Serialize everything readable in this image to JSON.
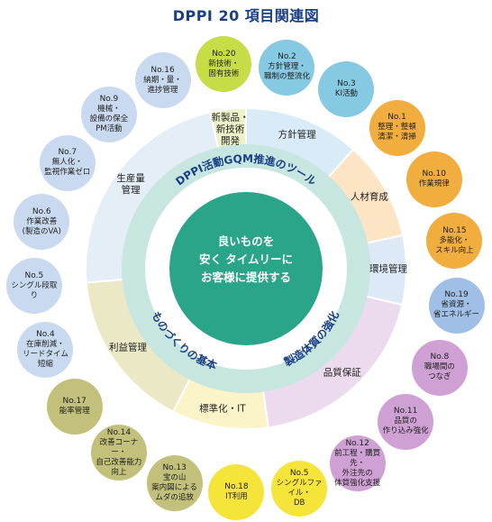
{
  "title": "DPPI 20 項目関連図",
  "colors": {
    "outer_ring": "#e3eef7",
    "inner_ring": "#c7e6df",
    "core": "#2aa58a",
    "label_blue": "#1a3f86"
  },
  "core_text": "良いものを\n安く タイムリーに\nお客様に提供する",
  "inner_ring_texts": {
    "top": "DPPI活動GQM推進のツール",
    "left": "ものづくりの基本",
    "right": "製造体質の強化"
  },
  "segments": [
    {
      "label": "新製品・\n新技術\n開発",
      "color": "#eef2c8",
      "start": -13,
      "end": 0
    },
    {
      "label": "方針管理",
      "color": "#d8ebf6",
      "start": 0,
      "end": 42
    },
    {
      "label": "人材育成",
      "color": "#fde4c4",
      "start": 42,
      "end": 78
    },
    {
      "label": "環境管理",
      "color": "#dde9f7",
      "start": 78,
      "end": 103
    },
    {
      "label": "品質保証",
      "color": "#ecdaee",
      "start": 103,
      "end": 172
    },
    {
      "label": "標準化・IT",
      "color": "#fbf4c9",
      "start": 172,
      "end": 207
    },
    {
      "label": "利益管理",
      "color": "#ebe9c5",
      "start": 207,
      "end": 265
    },
    {
      "label": "生産量\n管理",
      "color": "#e3eef7",
      "start": 265,
      "end": 347
    }
  ],
  "bubbles": [
    {
      "no": "No.20",
      "label": "新技術・\n固有技術",
      "color": "#c8dc48"
    },
    {
      "no": "No.2",
      "label": "方針管理・\n職制の整流化",
      "color": "#86c9e3"
    },
    {
      "no": "No.3",
      "label": "KI活動",
      "color": "#86c9e3"
    },
    {
      "no": "No.1",
      "label": "整理・整頓\n清潔・清掃",
      "color": "#f2ad3f"
    },
    {
      "no": "No.10",
      "label": "作業規律",
      "color": "#f2ad3f"
    },
    {
      "no": "No.15",
      "label": "多能化・\nスキル向上",
      "color": "#f2ad3f"
    },
    {
      "no": "No.19",
      "label": "省資源・\n省エネルギー",
      "color": "#9fbfe6"
    },
    {
      "no": "No.8",
      "label": "職場間の\nつなぎ",
      "color": "#cfa0d4"
    },
    {
      "no": "No.11",
      "label": "品質の\n作り込み強化",
      "color": "#cfa0d4"
    },
    {
      "no": "No.12",
      "label": "前工程・購買先・\n外注先の\n体質強化支援",
      "color": "#cfa0d4"
    },
    {
      "no": "No.5",
      "label": "シングルファイル・\nDB",
      "color": "#f5e43a"
    },
    {
      "no": "No.18",
      "label": "IT利用",
      "color": "#f5e43a"
    },
    {
      "no": "No.13",
      "label": "宝の山\n案内図による\nムダの追放",
      "color": "#c2c07a"
    },
    {
      "no": "No.14",
      "label": "改善コーナー・\n自己改善能力\n向上",
      "color": "#c2c07a"
    },
    {
      "no": "No.17",
      "label": "能率管理",
      "color": "#c2c07a"
    },
    {
      "no": "No.4",
      "label": "在庫削減・\nリードタイム\n短縮",
      "color": "#c9d9ef"
    },
    {
      "no": "No.5",
      "label": "シングル段取り",
      "color": "#c9d9ef"
    },
    {
      "no": "No.6",
      "label": "作業改善\n(製造のVA)",
      "color": "#c9d9ef"
    },
    {
      "no": "No.7",
      "label": "無人化・\n監視作業ゼロ",
      "color": "#c9d9ef"
    },
    {
      "no": "No.9",
      "label": "機械・\n設備の保全\nPM活動",
      "color": "#c9d9ef"
    },
    {
      "no": "No.16",
      "label": "納期・量・\n進捗管理",
      "color": "#c9d9ef"
    }
  ]
}
